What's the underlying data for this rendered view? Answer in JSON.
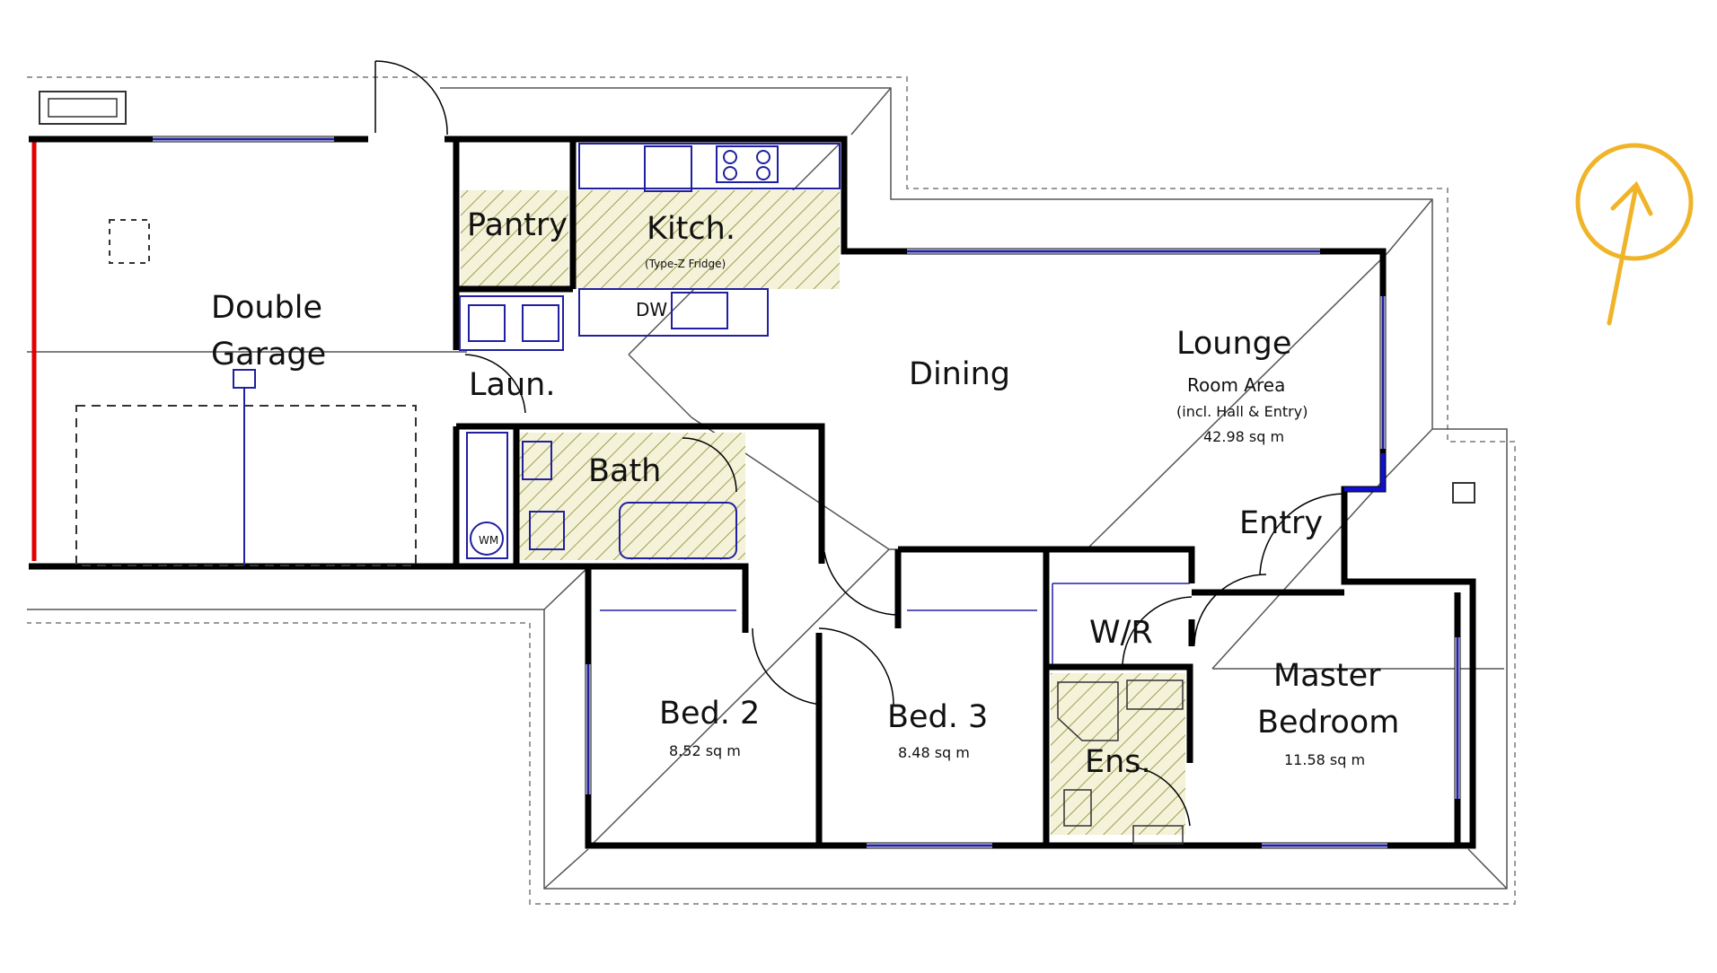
{
  "colors": {
    "wall": "#000000",
    "fixture": "#2020a0",
    "wet_area_hatch": "#8a8a30",
    "wet_area_fill": "#f4f2d8",
    "north_arrow": "#f0b429",
    "garage_door": "#e00000",
    "eaves_line": "#9a9a9a"
  },
  "rooms": {
    "garage": {
      "line1": "Double",
      "line2": "Garage"
    },
    "pantry": {
      "label": "Pantry"
    },
    "kitchen": {
      "label": "Kitch.",
      "note": "(Type-Z Fridge)"
    },
    "laundry": {
      "label": "Laun."
    },
    "dining": {
      "label": "Dining"
    },
    "lounge": {
      "label": "Lounge",
      "sub": "Room Area",
      "note": "(incl. Hall & Entry)",
      "area": "42.98 sq m"
    },
    "entry": {
      "label": "Entry"
    },
    "bath": {
      "label": "Bath"
    },
    "bed2": {
      "label": "Bed. 2",
      "area": "8.52 sq m"
    },
    "bed3": {
      "label": "Bed. 3",
      "area": "8.48 sq m"
    },
    "wr": {
      "label": "W/R"
    },
    "ens": {
      "label": "Ens."
    },
    "master": {
      "line1": "Master",
      "line2": "Bedroom",
      "area": "11.58 sq m"
    }
  },
  "fixtures": {
    "dishwasher": "DW",
    "washing_machine": "WM"
  },
  "north_arrow": {
    "icon": "north-arrow-icon"
  }
}
